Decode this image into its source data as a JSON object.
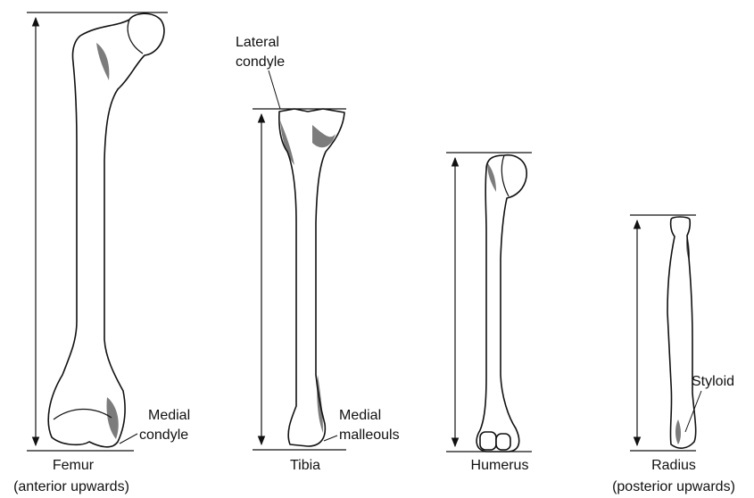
{
  "bones": [
    {
      "id": "femur",
      "name": "Femur",
      "orientation": "(anterior upwards)"
    },
    {
      "id": "tibia",
      "name": "Tibia",
      "orientation": ""
    },
    {
      "id": "humerus",
      "name": "Humerus",
      "orientation": ""
    },
    {
      "id": "radius",
      "name": "Radius",
      "orientation": "(posterior upwards)"
    }
  ],
  "annotations": {
    "femur_medial_condyle": [
      "Medial",
      "condyle"
    ],
    "tibia_lateral_condyle": [
      "Lateral",
      "condyle"
    ],
    "tibia_medial_malleolus": [
      "Medial",
      "malleouls"
    ],
    "radius_styloid": [
      "Styloid"
    ]
  },
  "colors": {
    "ink": "#111111",
    "background": "#ffffff"
  }
}
